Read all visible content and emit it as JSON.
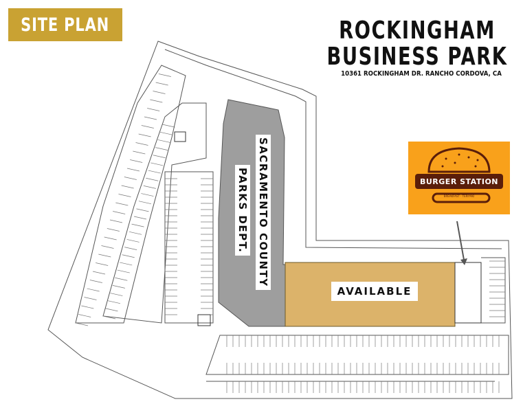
{
  "badge": {
    "label": "SITE PLAN",
    "color": "#c9a233"
  },
  "header": {
    "title_line1": "ROCKINGHAM",
    "title_line2": "BUSINESS PARK",
    "address": "10361 ROCKINGHAM DR. RANCHO CORDOVA, CA"
  },
  "tenants": {
    "county": {
      "line1": "SACRAMENTO COUNTY",
      "line2": "PARKS DEPT.",
      "color": "#9e9e9e"
    },
    "available": {
      "label": "AVAILABLE",
      "color": "#dcb36a"
    },
    "burger": {
      "name": "BURGER STATION",
      "tagline": "BREAKFAST · TERIYAKI",
      "bg": "#f9a11b",
      "bar": "#5a1e0a"
    }
  }
}
